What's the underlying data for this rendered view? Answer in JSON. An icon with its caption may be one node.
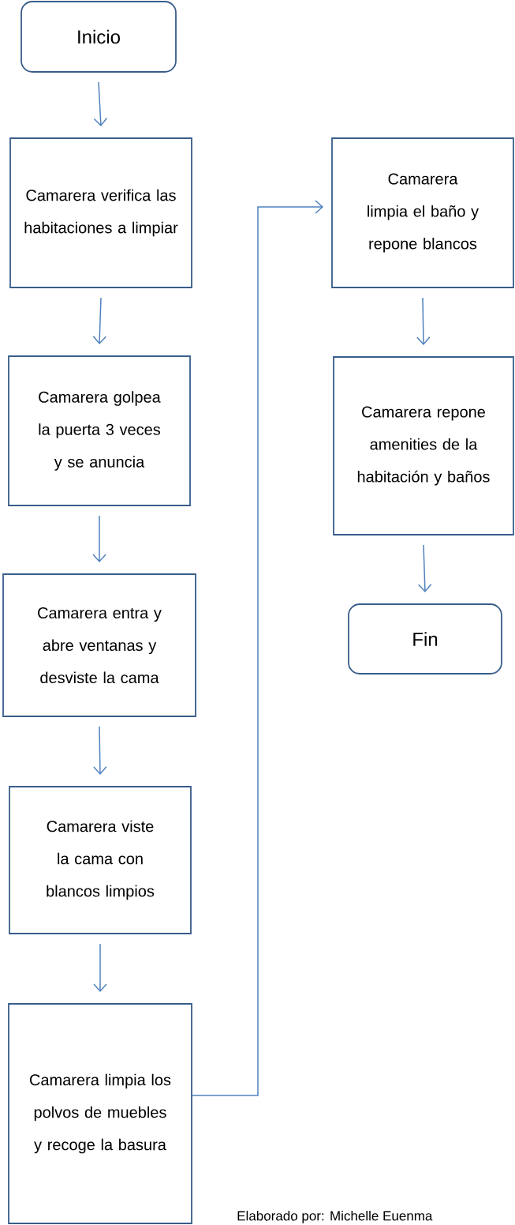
{
  "diagram": {
    "nodes": [
      {
        "text": [
          "Inicio"
        ]
      },
      {
        "text": [
          "Camarera verifica las habitaciones a limpiar"
        ]
      },
      {
        "text": [
          "Camarera golpea la puerta 3 veces y se anuncia"
        ]
      },
      {
        "text": [
          "Camarera entra y abre ventanas y desviste la cama"
        ]
      },
      {
        "text": [
          "Camarera viste la cama con blancos limpios"
        ]
      },
      {
        "text": [
          "Camarera limpia los polvos de muebles y recoge la basura"
        ]
      },
      {
        "text": [
          "Camarera limpia el baño y repone blancos"
        ]
      },
      {
        "text": [
          "Camarera repone amenities de la habitación y baños"
        ]
      },
      {
        "text": [
          "Fin"
        ]
      }
    ],
    "edges": [
      {
        "from": 0,
        "to": 1,
        "arrow": "to"
      },
      {
        "from": 1,
        "to": 2,
        "arrow": "to"
      },
      {
        "from": 2,
        "to": 3,
        "arrow": "to"
      },
      {
        "from": 3,
        "to": 4,
        "arrow": "to"
      },
      {
        "from": 4,
        "to": 5,
        "arrow": "to"
      },
      {
        "from": 5,
        "to": 6,
        "arrow": "to"
      },
      {
        "from": 6,
        "to": 7,
        "arrow": "to"
      },
      {
        "from": 7,
        "to": 8,
        "arrow": "to"
      }
    ],
    "labels": [
      "Elaborado por: Michelle Euenma"
    ]
  }
}
